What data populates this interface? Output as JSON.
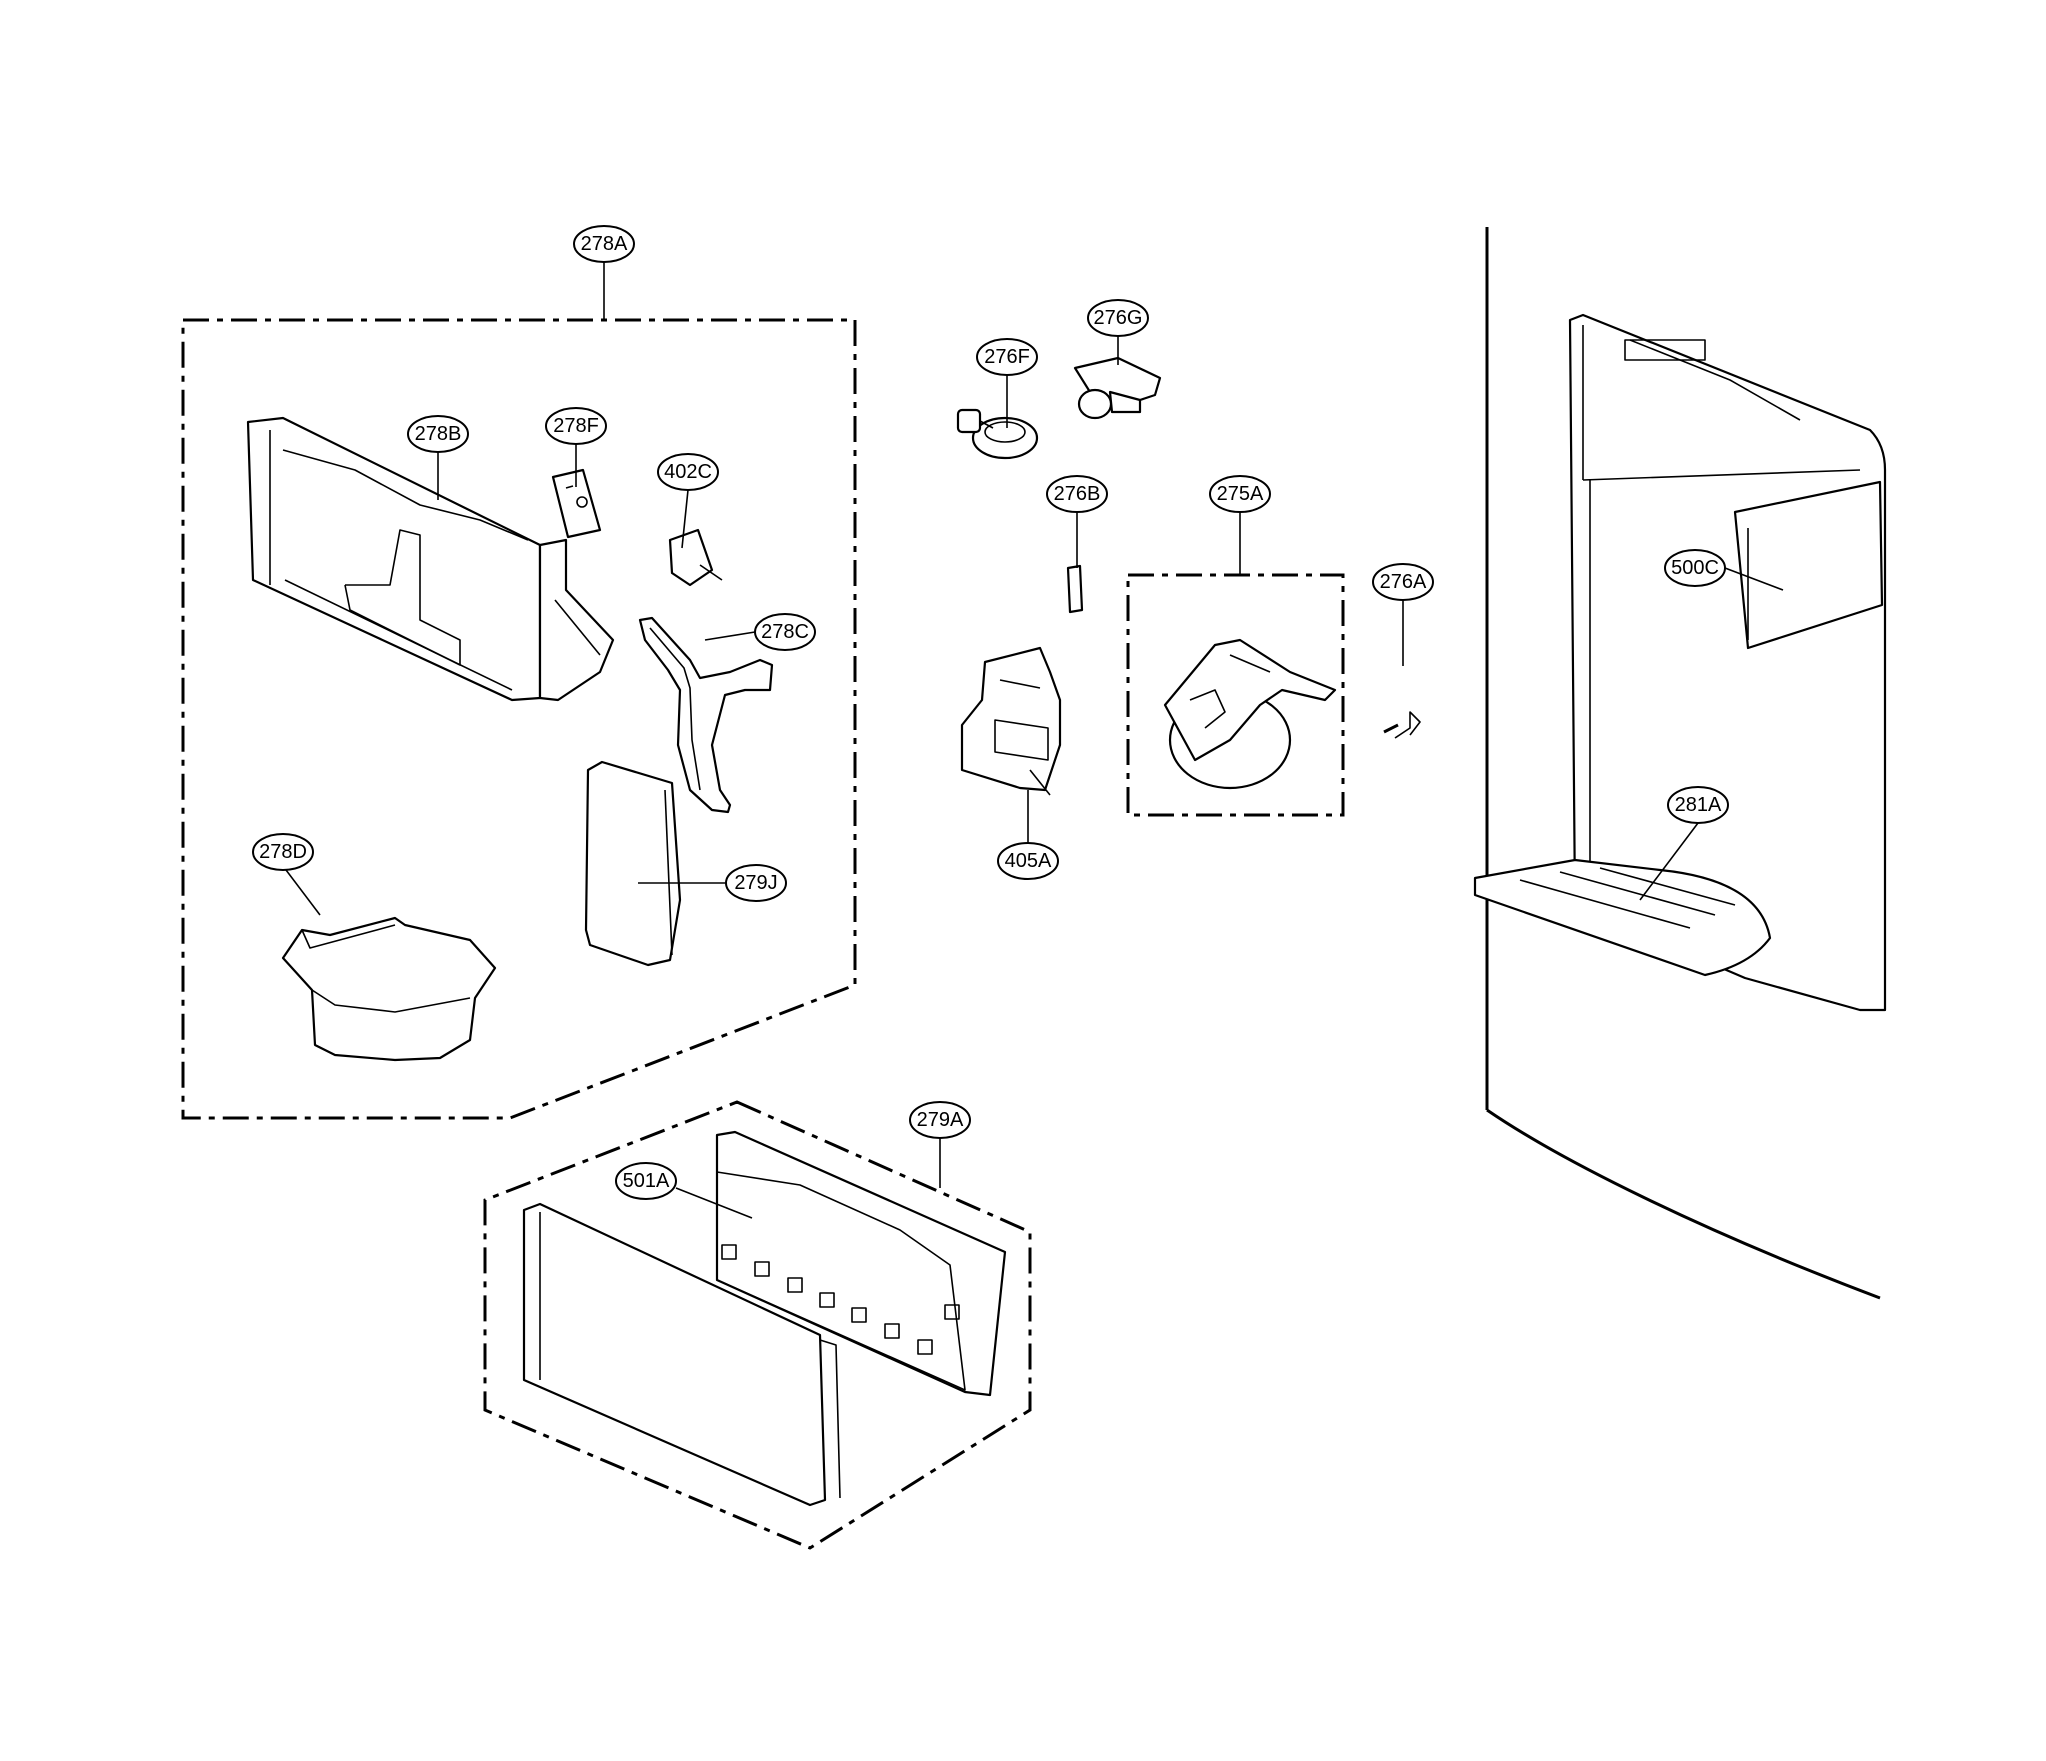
{
  "labels": {
    "c278A": "278A",
    "c278B": "278B",
    "c278F": "278F",
    "c402C": "402C",
    "c278C": "278C",
    "c278D": "278D",
    "c279J": "279J",
    "c276F": "276F",
    "c276G": "276G",
    "c276B": "276B",
    "c275A": "275A",
    "c276A": "276A",
    "c405A": "405A",
    "c500C": "500C",
    "c281A": "281A",
    "c279A": "279A",
    "c501A": "501A"
  }
}
